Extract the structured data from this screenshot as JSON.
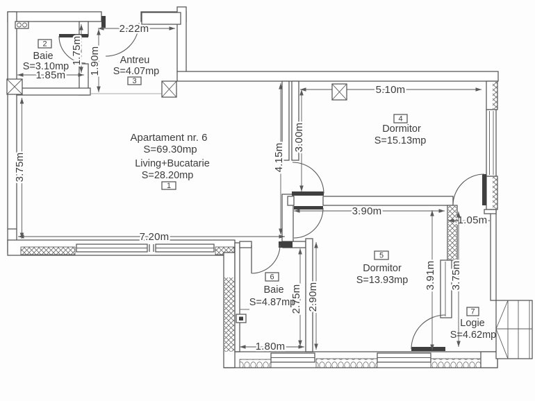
{
  "plan": {
    "apartment": {
      "name": "Apartament nr. 6",
      "area": "S=69.30mp"
    },
    "rooms": [
      {
        "number": "1",
        "name": "Living+Bucatarie",
        "area": "S=28.20mp"
      },
      {
        "number": "2",
        "name": "Baie",
        "area": "S=3.10mp"
      },
      {
        "number": "3",
        "name": "Antreu",
        "area": "S=4.07mp"
      },
      {
        "number": "4",
        "name": "Dormitor",
        "area": "S=15.13mp"
      },
      {
        "number": "5",
        "name": "Dormitor",
        "area": "S=13.93mp"
      },
      {
        "number": "6",
        "name": "Baie",
        "area": "S=4.87mp"
      },
      {
        "number": "7",
        "name": "Logie",
        "area": "S=4.62mp"
      }
    ],
    "dimensions": {
      "entry_width": "2.22m",
      "baie2_width": "1.85m",
      "baie2_depth": "1.75m",
      "antreu_depth": "1.90m",
      "living_left": "3.75m",
      "living_width": "7.20m",
      "living_right": "4.15m",
      "dorm4_left": "3.00m",
      "dorm4_width": "5.10m",
      "dorm5_width": "3.90m",
      "logie_width": "1.05m",
      "dorm5_right": "3.91m",
      "logie_length": "3.75m",
      "baie6_right": "2.75m",
      "dorm5_left": "2.90m",
      "baie6_width": "1.80m"
    },
    "colors": {
      "line": "#4d4d4d",
      "text": "#3c3c3c",
      "background": "#fdfdfd"
    }
  }
}
